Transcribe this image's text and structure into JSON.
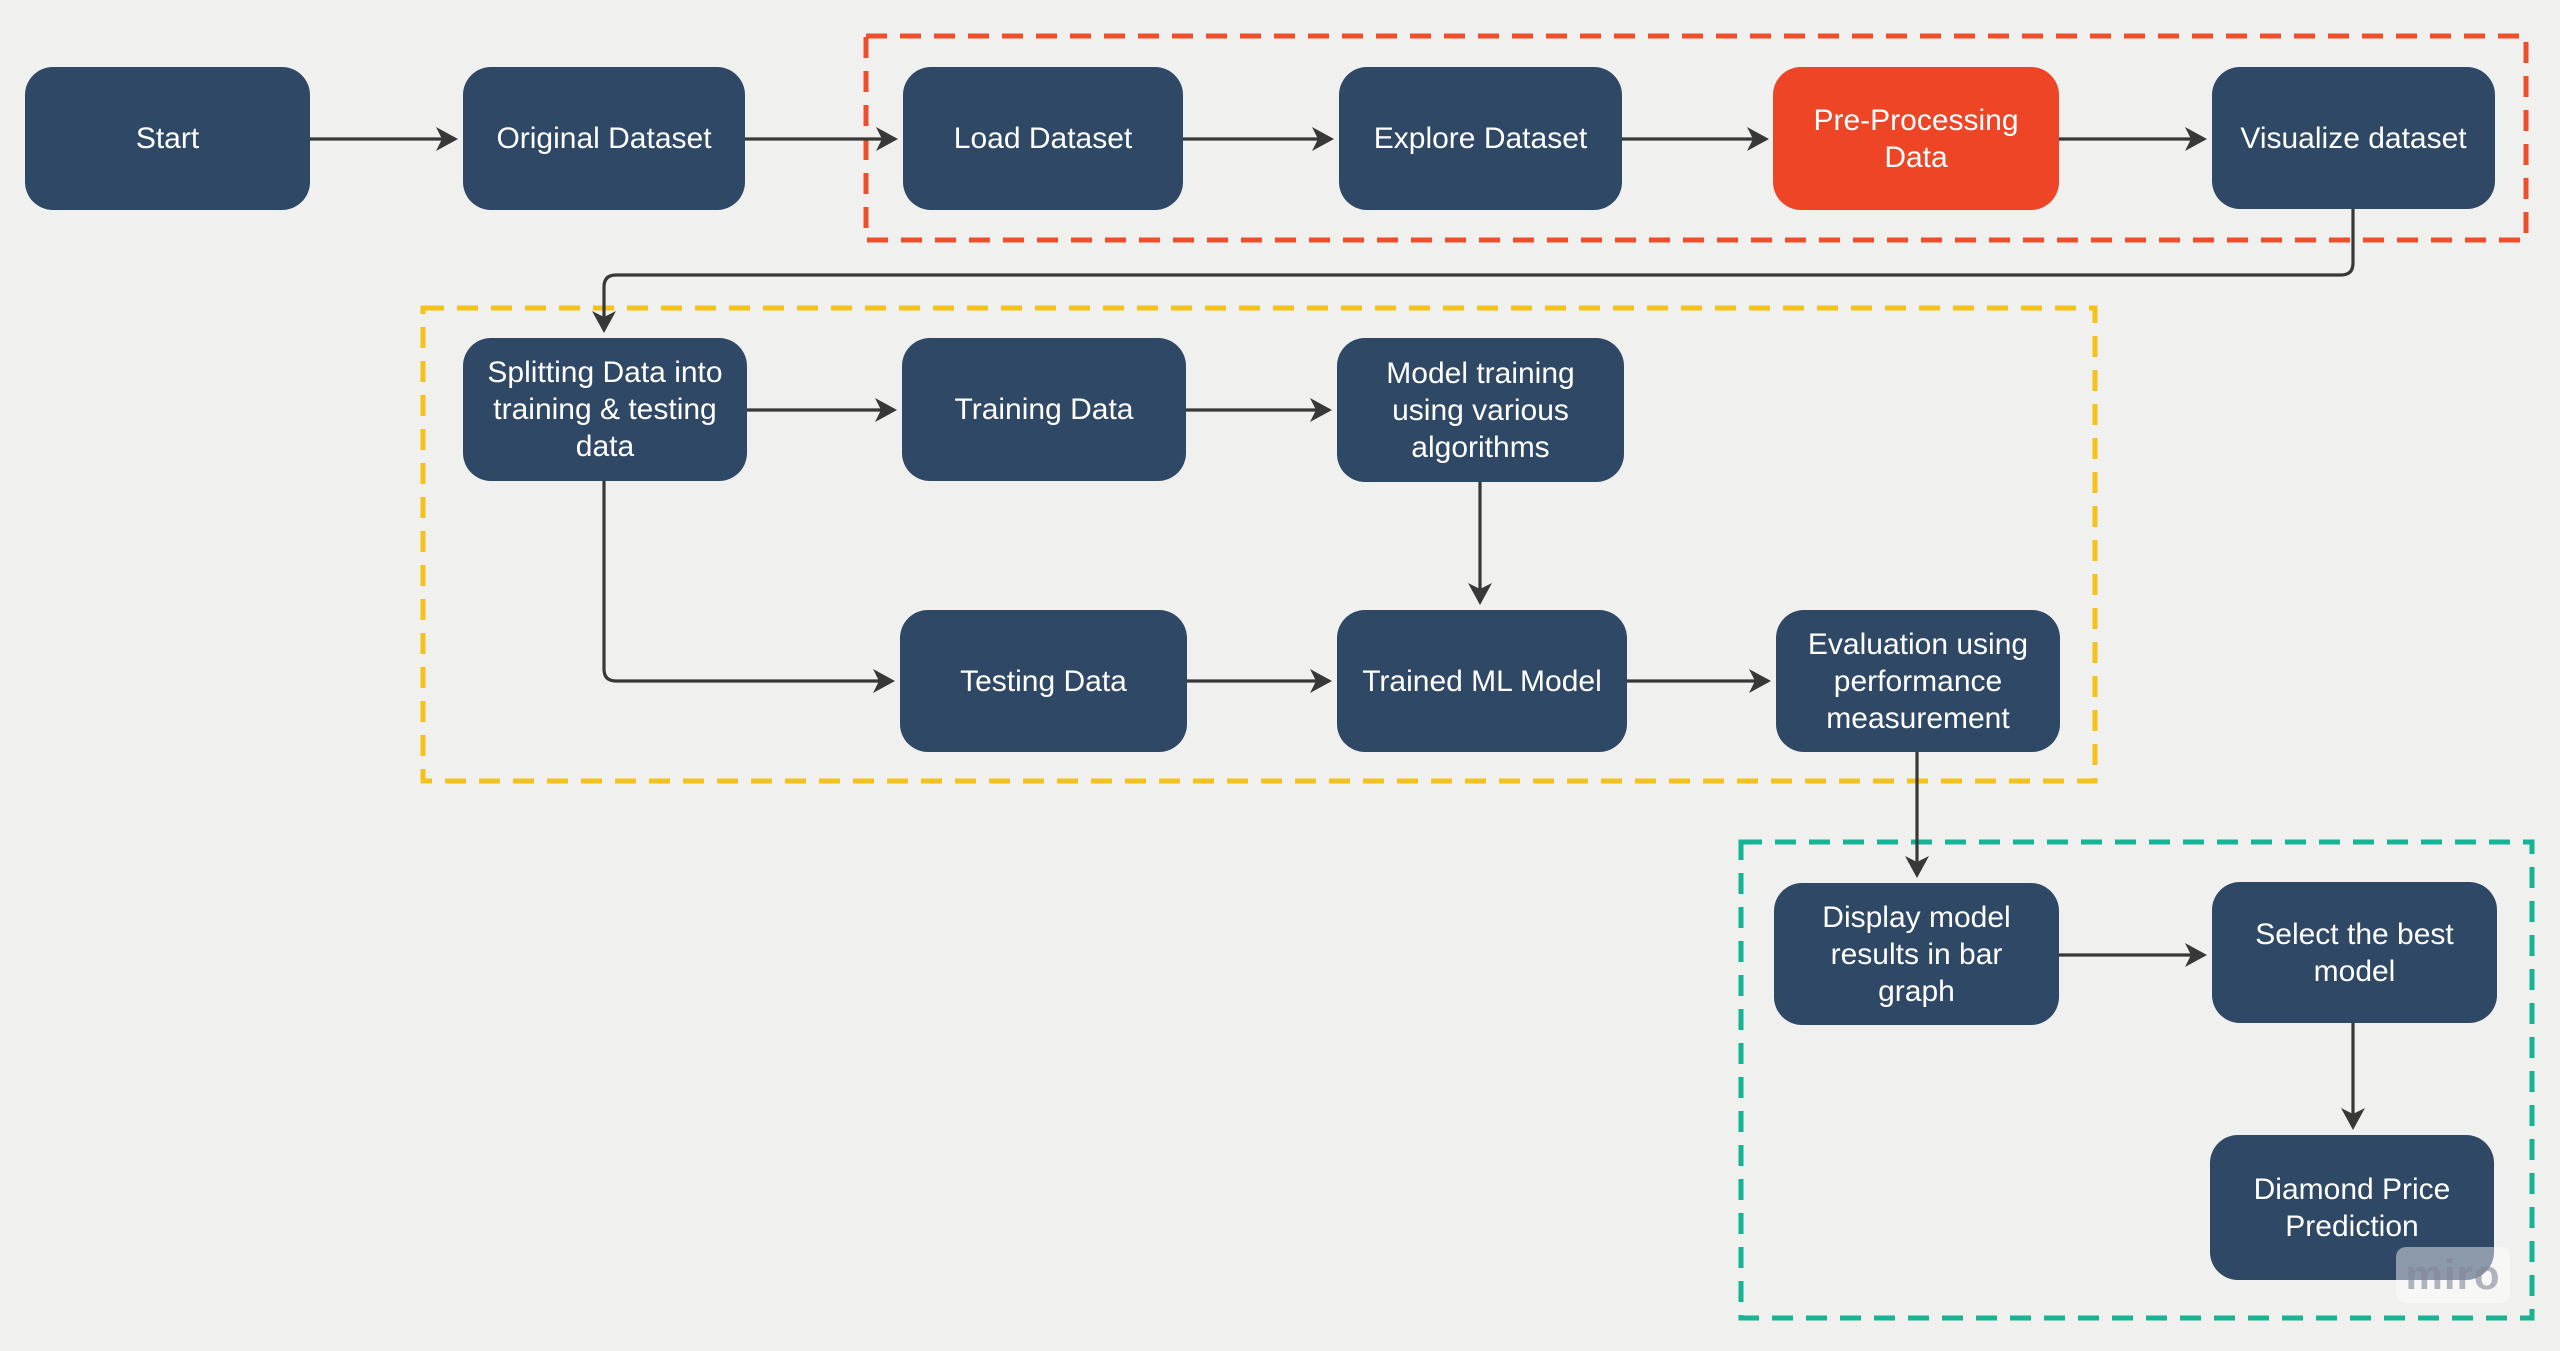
{
  "background": "#f0f0ee",
  "colors": {
    "node_fill": "#2f4866",
    "highlight_fill": "#ee4526",
    "node_text": "#ffffff",
    "connector": "#383838",
    "group_red": "#ef4e2b",
    "group_yellow": "#f5c21b",
    "group_teal": "#16b394"
  },
  "nodes": [
    {
      "id": "start",
      "label": "Start",
      "color": "#2f4866"
    },
    {
      "id": "original-dataset",
      "label": "Original Dataset",
      "color": "#2f4866"
    },
    {
      "id": "load-dataset",
      "label": "Load Dataset",
      "color": "#2f4866"
    },
    {
      "id": "explore-dataset",
      "label": "Explore Dataset",
      "color": "#2f4866"
    },
    {
      "id": "pre-processing-data",
      "label": "Pre-Processing Data",
      "color": "#ee4526"
    },
    {
      "id": "visualize-dataset",
      "label": "Visualize dataset",
      "color": "#2f4866"
    },
    {
      "id": "splitting-data",
      "label": "Splitting Data into training & testing data",
      "color": "#2f4866"
    },
    {
      "id": "training-data",
      "label": "Training Data",
      "color": "#2f4866"
    },
    {
      "id": "model-training",
      "label": "Model training using various algorithms",
      "color": "#2f4866"
    },
    {
      "id": "testing-data",
      "label": "Testing Data",
      "color": "#2f4866"
    },
    {
      "id": "trained-ml-model",
      "label": "Trained ML Model",
      "color": "#2f4866"
    },
    {
      "id": "evaluation",
      "label": "Evaluation using performance measurement",
      "color": "#2f4866"
    },
    {
      "id": "display-results",
      "label": "Display model results in bar graph",
      "color": "#2f4866"
    },
    {
      "id": "select-best-model",
      "label": "Select the best model",
      "color": "#2f4866"
    },
    {
      "id": "diamond-price-prediction",
      "label": "Diamond Price Prediction",
      "color": "#2f4866"
    }
  ],
  "edges": [
    {
      "from": "start",
      "to": "original-dataset"
    },
    {
      "from": "original-dataset",
      "to": "load-dataset"
    },
    {
      "from": "load-dataset",
      "to": "explore-dataset"
    },
    {
      "from": "explore-dataset",
      "to": "pre-processing-data"
    },
    {
      "from": "pre-processing-data",
      "to": "visualize-dataset"
    },
    {
      "from": "visualize-dataset",
      "to": "splitting-data"
    },
    {
      "from": "splitting-data",
      "to": "training-data"
    },
    {
      "from": "training-data",
      "to": "model-training"
    },
    {
      "from": "model-training",
      "to": "trained-ml-model"
    },
    {
      "from": "splitting-data",
      "to": "testing-data"
    },
    {
      "from": "testing-data",
      "to": "trained-ml-model"
    },
    {
      "from": "trained-ml-model",
      "to": "evaluation"
    },
    {
      "from": "evaluation",
      "to": "display-results"
    },
    {
      "from": "display-results",
      "to": "select-best-model"
    },
    {
      "from": "select-best-model",
      "to": "diamond-price-prediction"
    }
  ],
  "groups": [
    {
      "id": "group-data-preparation",
      "color": "#ef4e2b"
    },
    {
      "id": "group-model-training",
      "color": "#f5c21b"
    },
    {
      "id": "group-model-selection",
      "color": "#16b394"
    }
  ],
  "watermark": {
    "label": "miro"
  }
}
